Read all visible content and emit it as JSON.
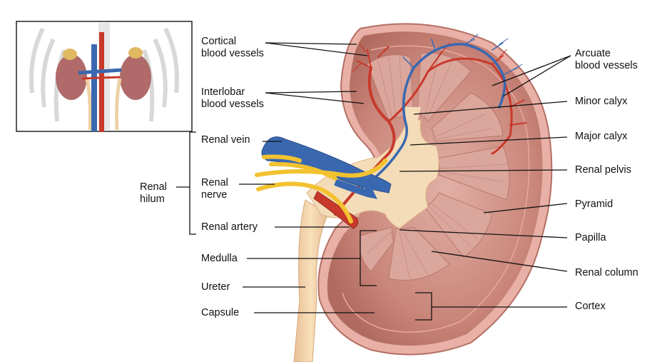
{
  "labels": {
    "cortical": "Cortical\nblood vessels",
    "interlobar": "Interlobar\nblood vessels",
    "renal_vein": "Renal vein",
    "renal_hilum": "Renal\nhilum",
    "renal_nerve": "Renal\nnerve",
    "renal_artery": "Renal artery",
    "medulla": "Medulla",
    "ureter": "Ureter",
    "capsule": "Capsule",
    "arcuate": "Arcuate\nblood vessels",
    "minor_calyx": "Minor calyx",
    "major_calyx": "Major calyx",
    "renal_pelvis": "Renal pelvis",
    "pyramid": "Pyramid",
    "papilla": "Papilla",
    "renal_column": "Renal column",
    "cortex": "Cortex"
  },
  "colors": {
    "artery": "#c8392b",
    "vein": "#3a68b0",
    "nerve": "#f2c230",
    "cortex": "#c88378",
    "pyramid": "#d9a39a",
    "pelvis": "#f5dcb8",
    "ureter": "#f2d1a6",
    "leader_line": "#111111"
  }
}
